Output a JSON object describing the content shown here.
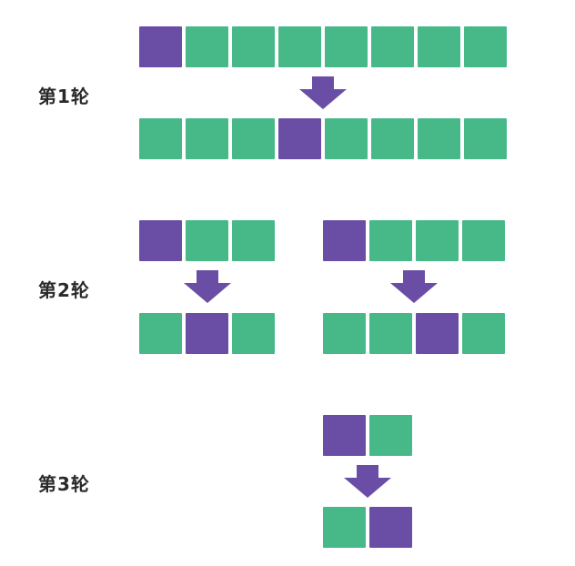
{
  "colors": {
    "pivot": "#6a4ea6",
    "element": "#47b989",
    "arrow": "#6a4ea6",
    "background": "#ffffff"
  },
  "rounds": [
    {
      "label": "第1轮",
      "groups": [
        {
          "before_pivot_index": 0,
          "after_pivot_index": 3,
          "count": 8
        }
      ]
    },
    {
      "label": "第2轮",
      "groups": [
        {
          "before_pivot_index": 0,
          "after_pivot_index": 1,
          "count": 3
        },
        {
          "before_pivot_index": 0,
          "after_pivot_index": 2,
          "count": 4
        }
      ]
    },
    {
      "label": "第3轮",
      "groups": [
        {
          "before_pivot_index": 0,
          "after_pivot_index": 1,
          "count": 2
        }
      ]
    }
  ]
}
